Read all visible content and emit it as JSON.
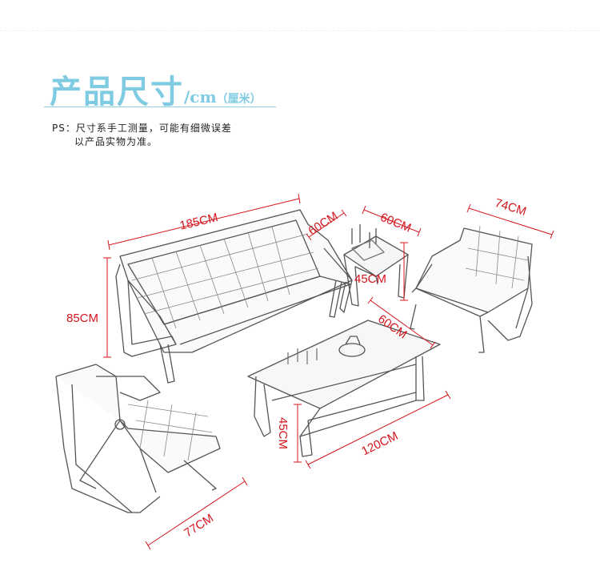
{
  "header": {
    "title": "产品尺寸",
    "unit": "/cm",
    "unit_note": "（厘米）"
  },
  "note": {
    "line1": "PS：尺寸系手工测量，可能有细微误差",
    "line2": "以产品实物为准。"
  },
  "dimensions": {
    "sofa_width": "185CM",
    "sofa_height": "85CM",
    "side_table_depth": "60CM",
    "side_table_width": "60CM",
    "side_table_height": "45CM",
    "armchair_width": "74CM",
    "coffee_table_depth": "60CM",
    "coffee_table_length": "120CM",
    "coffee_table_height": "45CM",
    "armchair_depth": "77CM"
  },
  "colors": {
    "title": "#7ecbe2",
    "dimension": "#d4141c"
  }
}
